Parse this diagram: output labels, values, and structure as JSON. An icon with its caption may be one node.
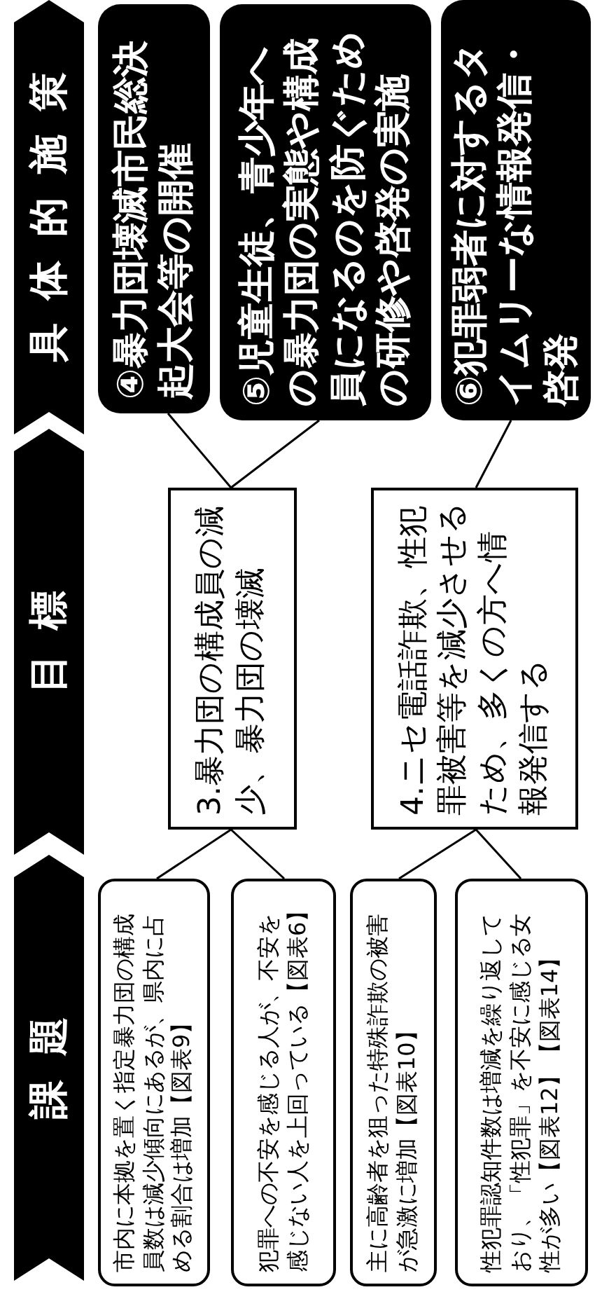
{
  "diagram": {
    "nodes": [
      {
        "text": [
          "課題"
        ]
      },
      {
        "text": [
          "目標"
        ]
      },
      {
        "text": [
          "具体的施策"
        ]
      },
      {
        "text": [
          "市内に本拠を置く指定暴力団の構成員数は減少傾向にあるが、県内に占める割合は増加【図表9】"
        ]
      },
      {
        "text": [
          "犯罪への不安を感じる人が、不安を感じない人を上回っている【図表6】"
        ]
      },
      {
        "text": [
          "主に高齢者を狙った特殊詐欺の被害が急激に増加【図表10】"
        ]
      },
      {
        "text": [
          "性犯罪認知件数は増減を繰り返しており、「性犯罪」を不安に感じる女性が多い【図表12】【図表14】"
        ]
      },
      {
        "text": [
          "3.暴力団の構成員の減少、暴力団の壊滅"
        ]
      },
      {
        "text": [
          "4.ニセ電話詐欺、性犯罪被害等を減少させるため、多くの方へ情報発信する"
        ]
      },
      {
        "text": [
          "④暴力団壊滅市民総決起大会等の開催"
        ]
      },
      {
        "text": [
          "⑤児童生徒、青少年への暴力団の実態や構成員になるのを防ぐための研修や啓発の実施"
        ]
      },
      {
        "text": [
          "⑥犯罪弱者に対するタイムリーな情報発信・啓発"
        ]
      }
    ],
    "edges": [
      {
        "from": 9,
        "to": 7,
        "arrow": "none"
      },
      {
        "from": 10,
        "to": 7,
        "arrow": "none"
      },
      {
        "from": 11,
        "to": 8,
        "arrow": "none"
      },
      {
        "from": 7,
        "to": 3,
        "arrow": "none"
      },
      {
        "from": 7,
        "to": 4,
        "arrow": "none"
      },
      {
        "from": 8,
        "to": 5,
        "arrow": "none"
      },
      {
        "from": 8,
        "to": 6,
        "arrow": "none"
      }
    ]
  }
}
